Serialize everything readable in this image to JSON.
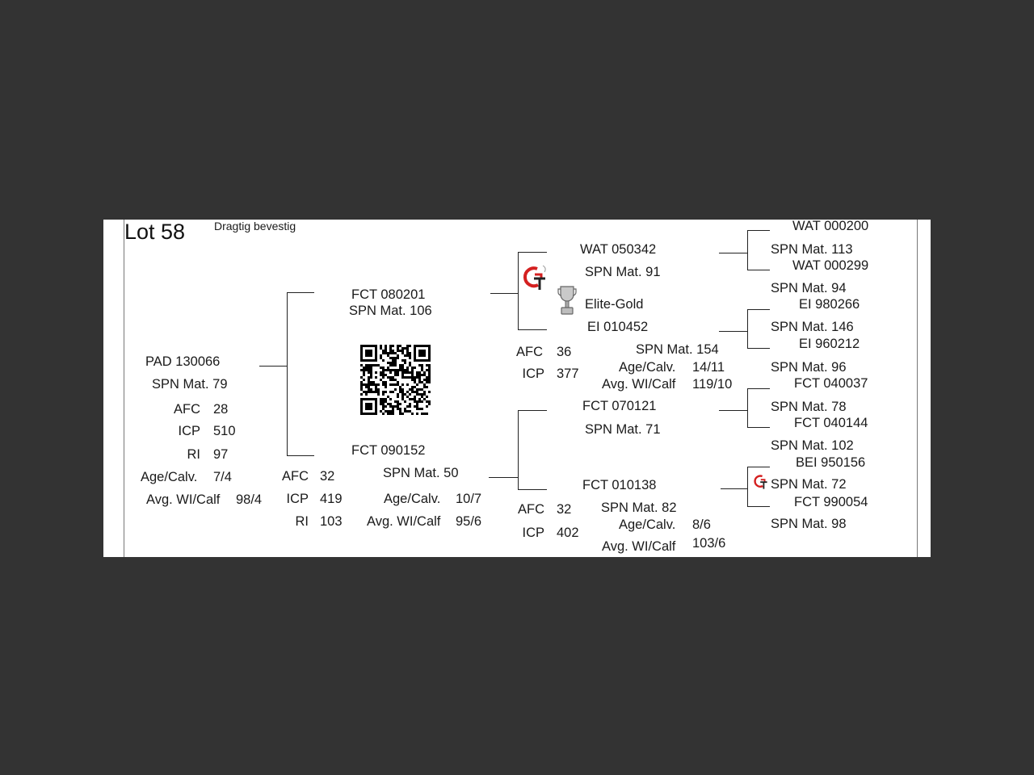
{
  "lot": {
    "title": "Lot 58",
    "status": "Dragtig bevestig"
  },
  "animal": {
    "id": "PAD 130066",
    "spn": "SPN Mat. 79",
    "afc_label": "AFC",
    "afc": "28",
    "icp_label": "ICP",
    "icp": "510",
    "ri_label": "RI",
    "ri": "97",
    "agecalv_label": "Age/Calv.",
    "agecalv": "7/4",
    "avgwi_label": "Avg. WI/Calf",
    "avgwi": "98/4"
  },
  "sire": {
    "id": "FCT 080201",
    "spn": "SPN Mat. 106"
  },
  "dam": {
    "id": "FCT 090152",
    "spn": "SPN Mat. 50",
    "afc_label": "AFC",
    "afc": "32",
    "icp_label": "ICP",
    "icp": "419",
    "ri_label": "RI",
    "ri": "103",
    "agecalv_label": "Age/Calv.",
    "agecalv": "10/7",
    "avgwi_label": "Avg. WI/Calf",
    "avgwi": "95/6"
  },
  "ss": {
    "id": "WAT 050342",
    "spn": "SPN Mat. 91"
  },
  "sd": {
    "award": "Elite-Gold",
    "id": "EI  010452",
    "spn": "SPN Mat. 154",
    "afc_label": "AFC",
    "afc": "36",
    "icp_label": "ICP",
    "icp": "377",
    "agecalv_label": "Age/Calv.",
    "agecalv": "14/11",
    "avgwi_label": "Avg. WI/Calf",
    "avgwi": "119/10"
  },
  "ds": {
    "id": "FCT 070121",
    "spn": "SPN Mat. 71"
  },
  "dd": {
    "id": "FCT 010138",
    "spn": "SPN Mat. 82",
    "afc_label": "AFC",
    "afc": "32",
    "icp_label": "ICP",
    "icp": "402",
    "agecalv_label": "Age/Calv.",
    "agecalv": "8/6",
    "avgwi_label": "Avg. WI/Calf",
    "avgwi": "103/6"
  },
  "gg": [
    {
      "id": "WAT 000200",
      "spn": "SPN Mat. 113"
    },
    {
      "id": "WAT 000299",
      "spn": "SPN Mat. 94"
    },
    {
      "id": "EI  980266",
      "spn": "SPN Mat. 146"
    },
    {
      "id": "EI  960212",
      "spn": "SPN Mat. 96"
    },
    {
      "id": "FCT 040037",
      "spn": "SPN Mat. 78"
    },
    {
      "id": "FCT 040144",
      "spn": "SPN Mat. 102"
    },
    {
      "id": "BEI 950156",
      "spn": "SPN Mat. 72"
    },
    {
      "id": "FCT 990054",
      "spn": "SPN Mat. 98"
    }
  ],
  "icons": {
    "gt_logo": "gt-logo-icon",
    "trophy": "trophy-icon",
    "qr": "qr-code-icon",
    "logo_red": "#d42020"
  }
}
